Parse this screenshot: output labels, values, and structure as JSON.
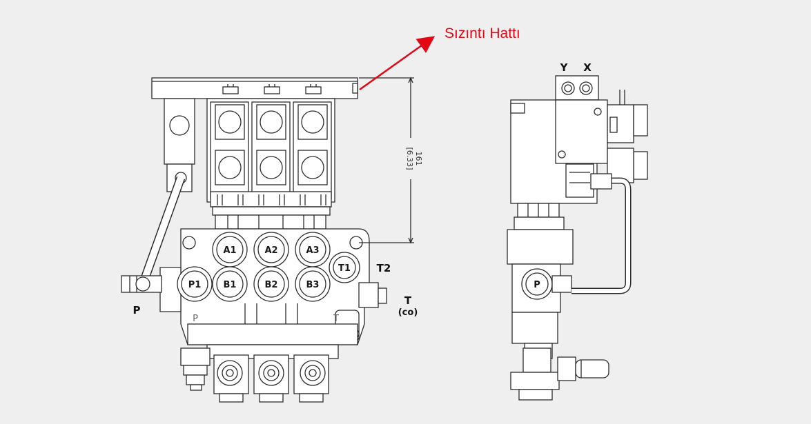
{
  "callout": {
    "text": "Sızıntı Hattı",
    "color": "#e30613"
  },
  "ports": {
    "a1": "A1",
    "a2": "A2",
    "a3": "A3",
    "p1": "P1",
    "b1": "B1",
    "b2": "B2",
    "b3": "B3",
    "t1": "T1"
  },
  "external_labels": {
    "p": "P",
    "t2": "T2",
    "t": "T",
    "co": "(co)"
  },
  "body_marks": {
    "p": "P",
    "t": "T"
  },
  "dimension": {
    "inch": "[6.33]",
    "mm": "161"
  },
  "side_view": {
    "y": "Y",
    "x": "X",
    "p": "P"
  },
  "colors": {
    "background": "#efefef",
    "line": "#2b2b2b",
    "fill": "#ffffff"
  }
}
